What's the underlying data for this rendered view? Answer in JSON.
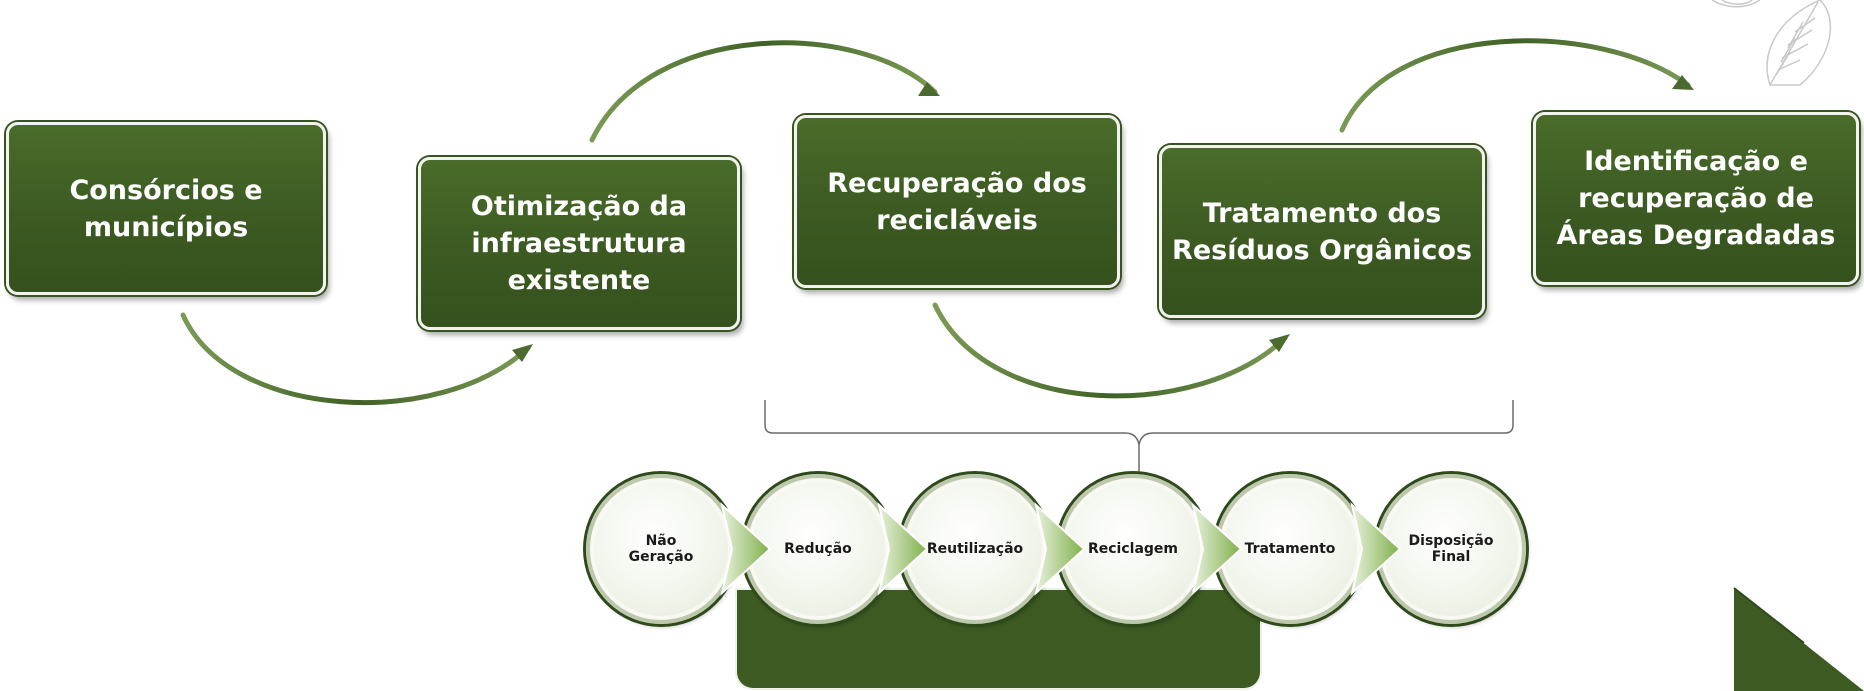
{
  "steps": [
    {
      "label": "Consórcios e\nmunicípios"
    },
    {
      "label": "Otimização da\ninfraestrutura\nexistente"
    },
    {
      "label": "Recuperação dos\nrecicláveis"
    },
    {
      "label": "Tratamento dos\nResíduos Orgânicos"
    },
    {
      "label": "Identificação e\nrecuperação de\nÁreas Degradadas"
    }
  ],
  "hierarchy": [
    {
      "label": "Não\nGeração"
    },
    {
      "label": "Redução"
    },
    {
      "label": "Reutilização"
    },
    {
      "label": "Reciclagem"
    },
    {
      "label": "Tratamento"
    },
    {
      "label": "Disposição\nFinal"
    }
  ],
  "colors": {
    "box_green": "#3c5a22",
    "arrow_green": "#4a6a30",
    "chevron_green": "#6fa33c",
    "bracket": "#6b6b6b"
  },
  "icons": [
    "leaf-decoration-icon",
    "curved-arrow-icon",
    "chevron-arrow-icon",
    "corner-triangle"
  ]
}
